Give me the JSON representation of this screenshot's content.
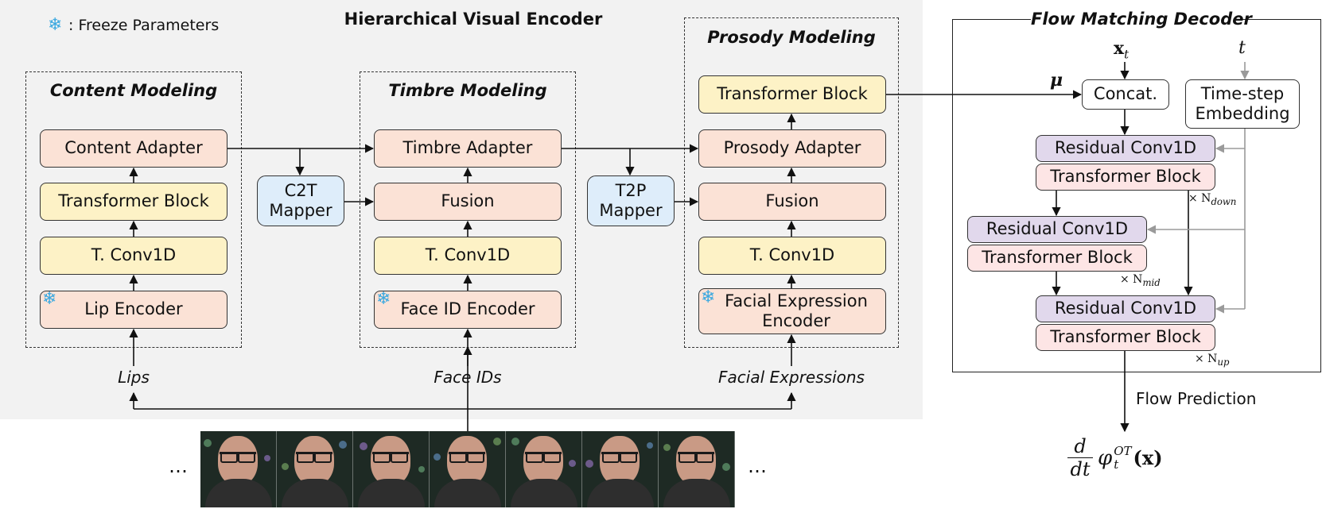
{
  "legend": {
    "freeze_label": ": Freeze Parameters",
    "snow_icon": "snowflake-icon"
  },
  "encoder": {
    "title": "Hierarchical Visual Encoder",
    "content": {
      "title": "Content Modeling",
      "blocks": [
        "Content Adapter",
        "Transformer Block",
        "T. Conv1D",
        "Lip Encoder"
      ],
      "input": "Lips"
    },
    "timbre": {
      "title": "Timbre Modeling",
      "blocks": [
        "Timbre Adapter",
        "Fusion",
        "T. Conv1D",
        "Face ID Encoder"
      ],
      "input": "Face IDs"
    },
    "prosody": {
      "title": "Prosody Modeling",
      "blocks": [
        "Transformer Block",
        "Prosody Adapter",
        "Fusion",
        "T. Conv1D",
        "Facial Expression Encoder"
      ],
      "input": "Facial Expressions"
    },
    "mappers": {
      "c2t": "C2T Mapper",
      "t2p": "T2P Mapper"
    }
  },
  "decoder": {
    "title": "Flow Matching Decoder",
    "xt_label": "x",
    "xt_sub": "t",
    "t_label": "t",
    "mu_label": "μ",
    "concat": "Concat.",
    "timestep": "Time-step Embedding",
    "residual": "Residual Conv1D",
    "transformer": "Transformer Block",
    "mult": "× N",
    "n_down": "down",
    "n_mid": "mid",
    "n_up": "up",
    "flow_prediction": "Flow Prediction",
    "output_d": "d",
    "output_dt": "dt",
    "output_phi": "φ",
    "output_sup": "OT",
    "output_sub": "t",
    "output_arg": "(x)"
  },
  "video": {
    "ellipsis_left": "…",
    "ellipsis_right": "…",
    "frame_count": 7
  },
  "colors": {
    "peach": "#fbe2d6",
    "yellow": "#fdf2c6",
    "blue": "#deedfa",
    "purple": "#e1d8ec",
    "pink": "#fde5e5",
    "panel": "#f2f2f2",
    "snow": "#3aa8e0"
  }
}
